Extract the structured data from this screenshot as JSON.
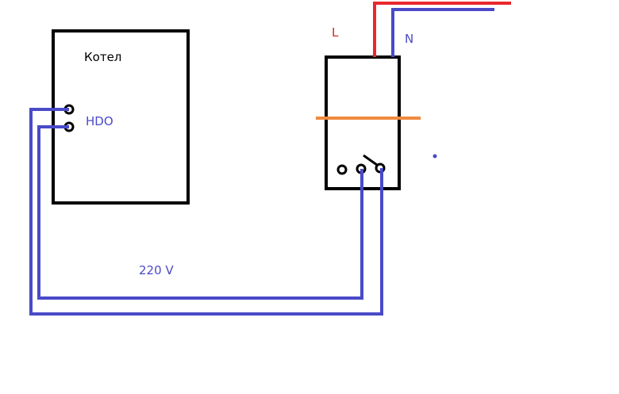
{
  "labels": {
    "boiler": "Котел",
    "hdo": "HDO",
    "live": "L",
    "neutral": "N",
    "voltage": "220 V"
  },
  "colors": {
    "outline": "#000000",
    "wire_blue": "#4a4ac8",
    "wire_red": "#e8282e",
    "wire_orange": "#f08a3c",
    "label_black": "#000000",
    "label_blue": "#4a4ac8",
    "label_red": "#d02828"
  },
  "icons": {
    "terminal": "terminal-circle-icon",
    "switch": "relay-contact-icon"
  }
}
